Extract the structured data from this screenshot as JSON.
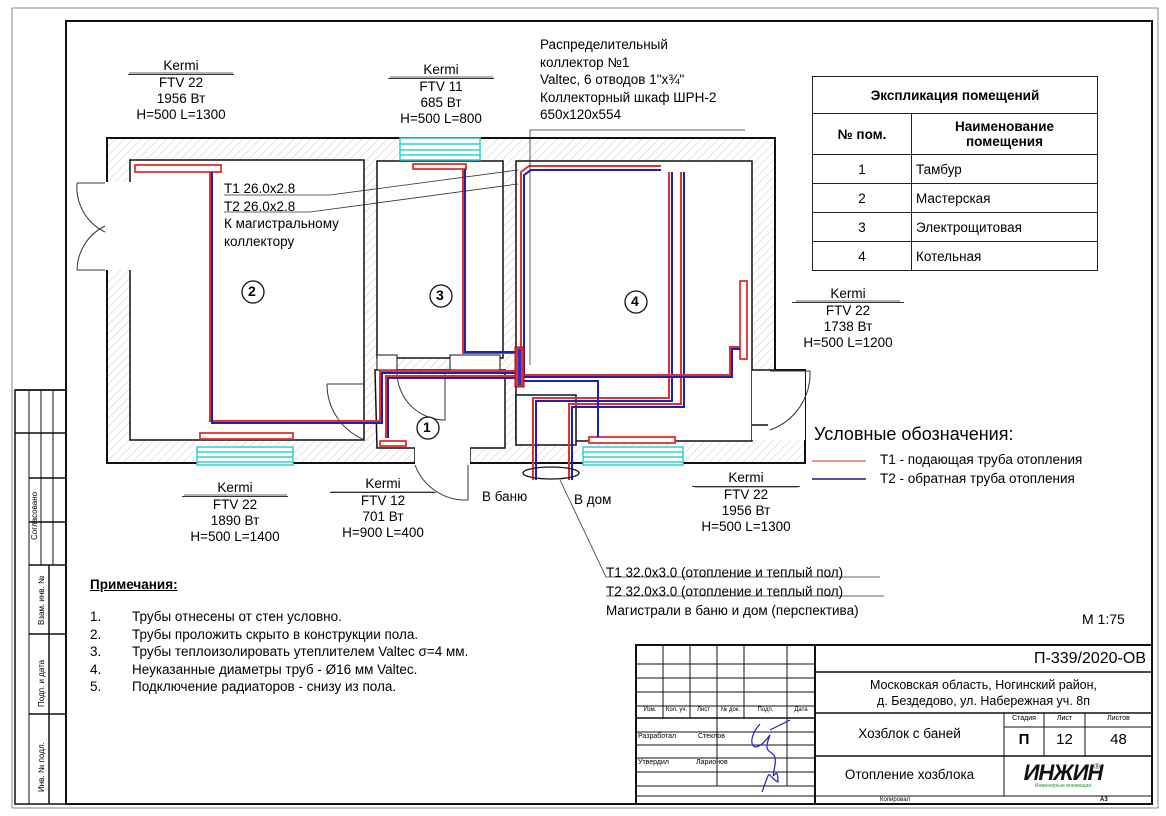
{
  "radiators": [
    {
      "brand": "Kermi",
      "model": "FTV 22",
      "power": "1956 Вт",
      "size": "H=500 L=1300"
    },
    {
      "brand": "Kermi",
      "model": "FTV 11",
      "power": "685 Вт",
      "size": "H=500 L=800"
    },
    {
      "brand": "Kermi",
      "model": "FTV 22",
      "power": "1738 Вт",
      "size": "H=500 L=1200"
    },
    {
      "brand": "Kermi",
      "model": "FTV 22",
      "power": "1890 Вт",
      "size": "H=500 L=1400"
    },
    {
      "brand": "Kermi",
      "model": "FTV 12",
      "power": "701 Вт",
      "size": "H=900 L=400"
    },
    {
      "brand": "Kermi",
      "model": "FTV 22",
      "power": "1956 Вт",
      "size": "H=500 L=1300"
    }
  ],
  "collector_note": [
    "Распределительный",
    "коллектор №1",
    "Valtec, 6 отводов 1\"x¾\"",
    "Коллекторный шкаф ШРН-2",
    "650x120x554"
  ],
  "pipe_note_main": {
    "t1": "T1 26.0x2.8",
    "t2": "T2 26.0x2.8",
    "desc_line1": "К магистральному",
    "desc_line2": "коллектору"
  },
  "pipe_note_mains": {
    "t1": "T1 32.0x3.0 (отопление и теплый пол)",
    "t2": "T2 32.0x3.0 (отопление и теплый пол)",
    "desc": "Магистрали в баню и дом (перспектива)"
  },
  "outlets": {
    "bath": "В баню",
    "house": "В дом"
  },
  "rooms": [
    {
      "num": "1",
      "name": "Тамбур"
    },
    {
      "num": "2",
      "name": "Мастерская"
    },
    {
      "num": "3",
      "name": "Электрощитовая"
    },
    {
      "num": "4",
      "name": "Котельная"
    }
  ],
  "explication": {
    "title": "Экспликация помещений",
    "col_num": "№ пом.",
    "col_name": "Наименование помещения"
  },
  "legend": {
    "title": "Условные обозначения:",
    "items": [
      {
        "label": "T1 - подающая труба отопления",
        "color": "#e05050"
      },
      {
        "label": "T2 - обратная труба отопления",
        "color": "#1a1a8a"
      }
    ]
  },
  "notes": {
    "title": "Примечания:",
    "items": [
      {
        "n": "1.",
        "text": "Трубы отнесены от стен условно."
      },
      {
        "n": "2.",
        "text": "Трубы проложить скрыто в конструкции пола."
      },
      {
        "n": "3.",
        "text": "Трубы теплоизолировать утеплителем Valtec σ=4 мм."
      },
      {
        "n": "4.",
        "text": "Неуказанные диаметры труб - Ø16 мм Valtec."
      },
      {
        "n": "5.",
        "text": "Подключение радиаторов - снизу из пола."
      }
    ]
  },
  "scale": "М 1:75",
  "title_block": {
    "doc_code": "П-339/2020-ОВ",
    "address_line1": "Московская область, Ногинский район,",
    "address_line2": "д. Бездедово, ул. Набережная уч. 8п",
    "object": "Хозблок с баней",
    "sheet_title": "Отопление хозблока",
    "stage_label": "Стадия",
    "sheet_label": "Лист",
    "sheets_label": "Листов",
    "stage": "П",
    "sheet": "12",
    "sheets": "48",
    "col_headers": [
      "Изм.",
      "Кол. уч.",
      "Лист",
      "№ док.",
      "Подп.",
      "Дата"
    ],
    "developed_label": "Разработал",
    "developed_by": "Стеклов",
    "approved_label": "Утвердил",
    "approved_by": "Ларионов",
    "copied": "Копировал",
    "format": "А3",
    "logo": "ИНЖИН",
    "logo_sub": "Инженерные инновации",
    "logo_reg": "®"
  },
  "side_stamp": {
    "agreed": "Согласовано",
    "inv_repl": "Взам. инв. №",
    "sign_date": "Подп. и дата",
    "inv_orig": "Инв. № подл."
  },
  "colors": {
    "supply": "#e03030",
    "return": "#2020b0",
    "radiator_window": "#30d0d0",
    "logo_green": "#1a9a2a"
  }
}
